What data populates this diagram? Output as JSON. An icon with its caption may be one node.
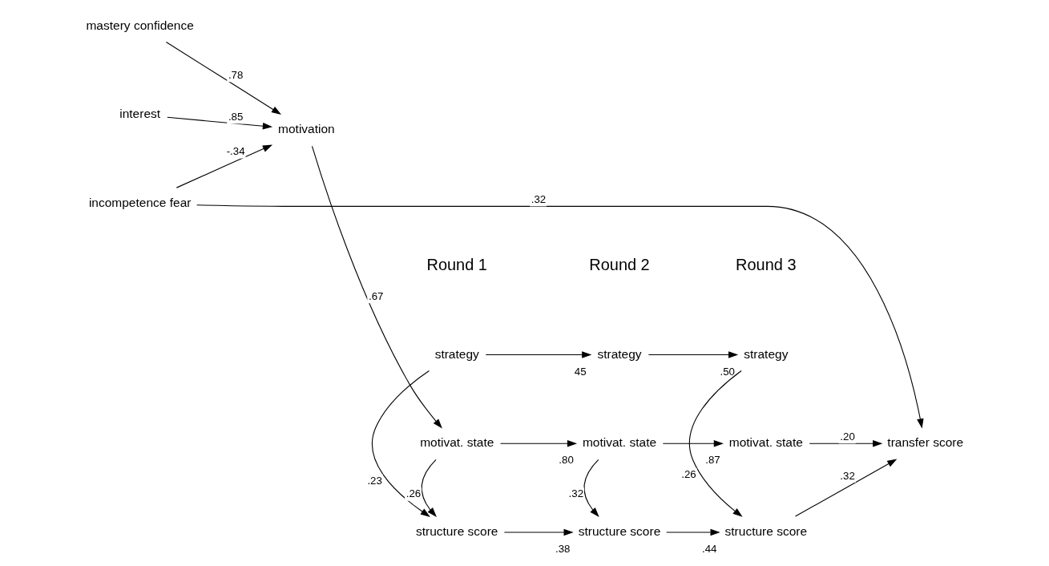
{
  "diagram": {
    "nodes": [
      {
        "text": [
          "mastery confidence"
        ]
      },
      {
        "text": [
          "interest"
        ]
      },
      {
        "text": [
          "motivation"
        ]
      },
      {
        "text": [
          "incompetence fear"
        ]
      },
      {
        "text": [
          "strategy"
        ]
      },
      {
        "text": [
          "motivat. state"
        ]
      },
      {
        "text": [
          "structure score"
        ]
      },
      {
        "text": [
          "strategy"
        ]
      },
      {
        "text": [
          "motivat. state"
        ]
      },
      {
        "text": [
          "structure score"
        ]
      },
      {
        "text": [
          "strategy"
        ]
      },
      {
        "text": [
          "motivat. state"
        ]
      },
      {
        "text": [
          "structure score"
        ]
      },
      {
        "text": [
          "transfer score"
        ]
      }
    ],
    "edges": [
      {
        "from": 0,
        "to": 2,
        "arrow": "to",
        "label": ".78"
      },
      {
        "from": 1,
        "to": 2,
        "arrow": "to",
        "label": ".85"
      },
      {
        "from": 3,
        "to": 2,
        "arrow": "to",
        "label": "-.34"
      },
      {
        "from": 2,
        "to": 5,
        "arrow": "to",
        "label": ".67"
      },
      {
        "from": 4,
        "to": 7,
        "arrow": "to",
        "label": "45"
      },
      {
        "from": 7,
        "to": 10,
        "arrow": "to",
        "label": ".50"
      },
      {
        "from": 4,
        "to": 6,
        "arrow": "to",
        "label": ".23"
      },
      {
        "from": 5,
        "to": 6,
        "arrow": "to",
        "label": ".26"
      },
      {
        "from": 5,
        "to": 8,
        "arrow": "to",
        "label": ".80"
      },
      {
        "from": 8,
        "to": 11,
        "arrow": "to",
        "label": ".87"
      },
      {
        "from": 8,
        "to": 9,
        "arrow": "to",
        "label": ".32"
      },
      {
        "from": 10,
        "to": 12,
        "arrow": "to",
        "label": ".26"
      },
      {
        "from": 6,
        "to": 9,
        "arrow": "to",
        "label": ".38"
      },
      {
        "from": 9,
        "to": 12,
        "arrow": "to",
        "label": ".44"
      },
      {
        "from": 11,
        "to": 13,
        "arrow": "to",
        "label": ".20"
      },
      {
        "from": 12,
        "to": 13,
        "arrow": "to",
        "label": ".32"
      },
      {
        "from": 3,
        "to": 13,
        "arrow": "to",
        "label": ".32"
      }
    ],
    "labels": [
      "Round 1",
      "Round 2",
      "Round 3"
    ]
  }
}
